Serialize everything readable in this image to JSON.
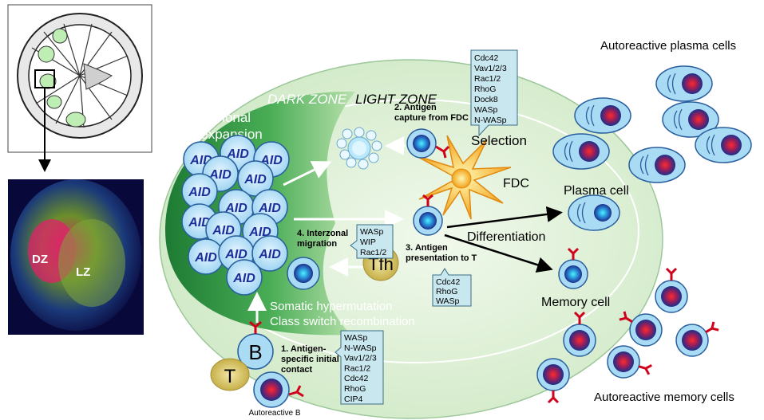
{
  "zones": {
    "dark": "DARK ZONE",
    "light": "LIGHT ZONE"
  },
  "clonal": {
    "line1": "Clonal",
    "line2": "expansion"
  },
  "aid_label": "AID",
  "dz_label": "DZ",
  "lz_label": "LZ",
  "steps": {
    "s1": {
      "line1": "1. Antigen-",
      "line2": "specific initial",
      "line3": "contact"
    },
    "s2": {
      "line1": "2. Antigen",
      "line2": "capture from FDC"
    },
    "s3": {
      "line1": "3. Antigen",
      "line2": "presentation to T"
    },
    "s4": {
      "line1": "4. Interzonal",
      "line2": "migration"
    }
  },
  "labels": {
    "selection": "Selection",
    "fdc": "FDC",
    "differentiation": "Differentiation",
    "plasma_cell": "Plasma cell",
    "memory_cell": "Memory cell",
    "autoreactive_plasma": "Autoreactive plasma  cells",
    "autoreactive_memory": "Autoreactive memory  cells",
    "autoreactive_b": "Autoreactive B",
    "somatic": "Somatic hypermutation",
    "class_switch": "Class switch recombination",
    "tfh": "Tfh",
    "b_cell": "B",
    "t_cell": "T"
  },
  "boxes": {
    "fdc_box": [
      "Cdc42",
      "Vav1/2/3",
      "Rac1/2",
      "RhoG",
      "Dock8",
      "WASp",
      "N-WASp"
    ],
    "migration_box": [
      "WASp",
      "WIP",
      "Rac1/2"
    ],
    "presentation_box": [
      "Cdc42",
      "RhoG",
      "WASp"
    ],
    "contact_box": [
      "WASp",
      "N-WASp",
      "Vav1/2/3",
      "Rac1/2",
      "Cdc42",
      "RhoG",
      "CIP4"
    ]
  },
  "colors": {
    "gc_light": "#d9f0d2",
    "dark_zone": "#2f9a45",
    "cell_blue": "#8fd3f4",
    "cell_border": "#2a5f9e",
    "receptor": "#d0021b",
    "fdc": "#f5a623",
    "tfh": "#d8c25a"
  }
}
